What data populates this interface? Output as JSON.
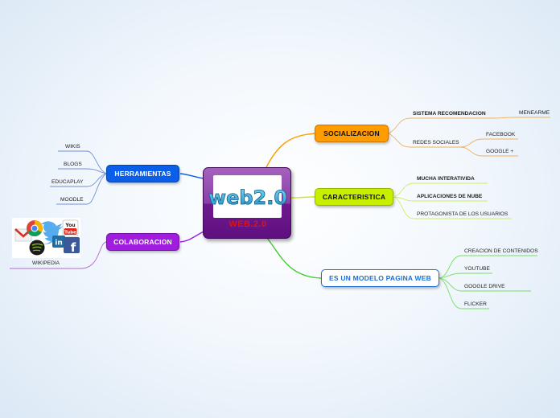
{
  "central": {
    "logo_text": "web2.0",
    "title": "WEB.2.0"
  },
  "branches": {
    "herramientas": {
      "label": "HERRAMIENTAS",
      "color": "#0a5ee8",
      "leaves": [
        "WIKIS",
        "BLOGS",
        "EDUCAPLAY",
        "MOODLE"
      ]
    },
    "colaboracion": {
      "label": "COLABORACION",
      "color": "#a01de0",
      "leaves": [
        "WIKIPEDIA"
      ]
    },
    "socializacion": {
      "label": "SOCIALIZACION",
      "color": "#ff9c00",
      "sistema": {
        "label": "SISTEMA RECOMENDACION",
        "child": "MENEARME"
      },
      "redes": {
        "label": "REDES SOCIALES",
        "children": [
          "FACEBOOK",
          "GOOGLE +"
        ]
      }
    },
    "caracteristica": {
      "label": "CARACTERISTICA",
      "color": "#c9ef00",
      "leaves": [
        "MUCHA INTERATIVIDA",
        "APLICACIONES DE NUBE",
        "PROTAGONISTA DE LOS USUARIOS"
      ]
    },
    "modelo": {
      "label": "ES UN MODELO PAGINA WEB",
      "color": "#1b6fd3",
      "leaves": [
        "CREACION DE CONTENIDOS",
        "YOUTUBE",
        "GOOGLE DRIVE",
        "FLICKER"
      ]
    }
  },
  "collage_icons": {
    "youtube": "You Tube",
    "facebook": "f",
    "linkedin": "in"
  },
  "colors": {
    "central_purple": "#7a2c9b",
    "title_red": "#d8141b",
    "background": "#eef5fb"
  }
}
